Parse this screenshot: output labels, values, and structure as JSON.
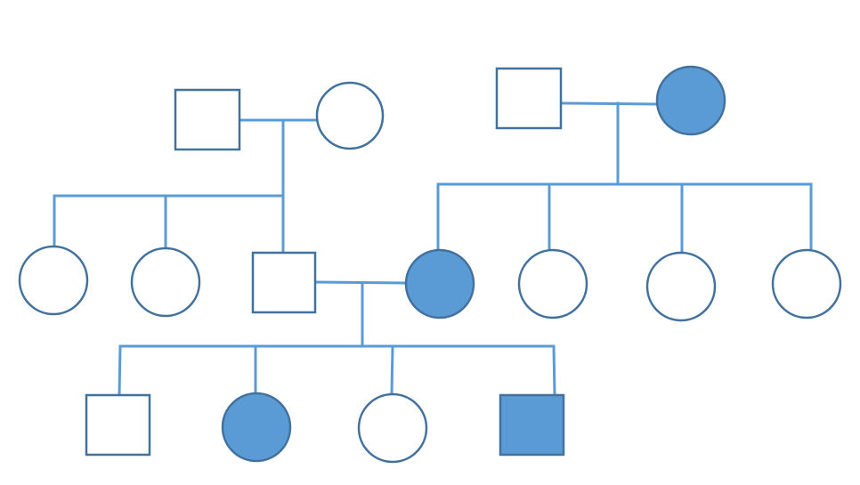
{
  "colors": {
    "line": "#5b9bd5",
    "outline": "#41719c",
    "affected_fill": "#5b9bd5",
    "unaffected_fill": "#ffffff"
  },
  "pedigree": {
    "generation_1": [
      {
        "id": "g1-left-father",
        "shape": "square",
        "sex": "male",
        "affected": false
      },
      {
        "id": "g1-left-mother",
        "shape": "circle",
        "sex": "female",
        "affected": false
      },
      {
        "id": "g1-right-father",
        "shape": "square",
        "sex": "male",
        "affected": false
      },
      {
        "id": "g1-right-mother",
        "shape": "circle",
        "sex": "female",
        "affected": true
      }
    ],
    "generation_2": [
      {
        "id": "g2-daughter-1",
        "shape": "circle",
        "sex": "female",
        "affected": false
      },
      {
        "id": "g2-daughter-2",
        "shape": "circle",
        "sex": "female",
        "affected": false
      },
      {
        "id": "g2-son",
        "shape": "square",
        "sex": "male",
        "affected": false
      },
      {
        "id": "g2-daughter-3",
        "shape": "circle",
        "sex": "female",
        "affected": true
      },
      {
        "id": "g2-daughter-4",
        "shape": "circle",
        "sex": "female",
        "affected": false
      },
      {
        "id": "g2-daughter-5",
        "shape": "circle",
        "sex": "female",
        "affected": false
      },
      {
        "id": "g2-daughter-6",
        "shape": "circle",
        "sex": "female",
        "affected": false
      }
    ],
    "generation_3": [
      {
        "id": "g3-son-1",
        "shape": "square",
        "sex": "male",
        "affected": false
      },
      {
        "id": "g3-daughter-1",
        "shape": "circle",
        "sex": "female",
        "affected": true
      },
      {
        "id": "g3-daughter-2",
        "shape": "circle",
        "sex": "female",
        "affected": false
      },
      {
        "id": "g3-son-2",
        "shape": "square",
        "sex": "male",
        "affected": true
      }
    ]
  }
}
